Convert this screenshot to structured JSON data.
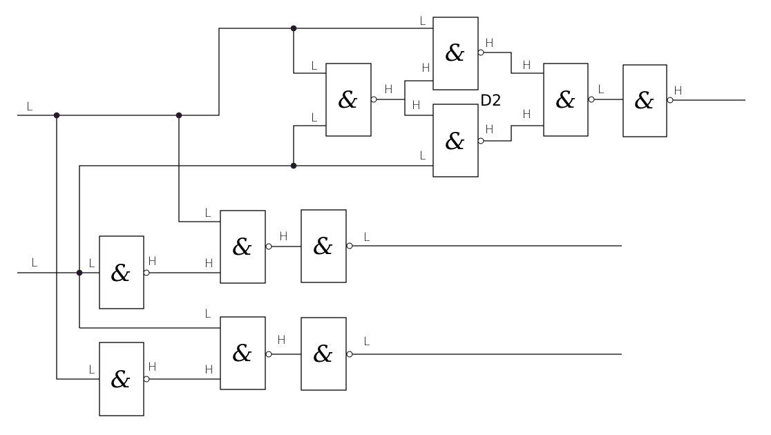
{
  "diagram": {
    "type": "logic-circuit",
    "gate_symbol": "&",
    "gate_type": "NAND",
    "device_label": "D2",
    "gates": [
      {
        "id": "G1",
        "symbol": "&",
        "inputs": [
          "L",
          "L"
        ],
        "output": "H"
      },
      {
        "id": "G2",
        "symbol": "&",
        "inputs": [
          "L",
          "H"
        ],
        "output": "H"
      },
      {
        "id": "G3",
        "symbol": "&",
        "inputs": [
          "H",
          "L"
        ],
        "output": "H"
      },
      {
        "id": "G4",
        "symbol": "&",
        "inputs": [
          "H",
          "H"
        ],
        "output": "L"
      },
      {
        "id": "G5",
        "symbol": "&",
        "inputs": [],
        "output": "H"
      },
      {
        "id": "G6",
        "symbol": "&",
        "inputs": [
          "L"
        ],
        "output": "H"
      },
      {
        "id": "G7",
        "symbol": "&",
        "inputs": [
          "L",
          "H"
        ],
        "output": "H"
      },
      {
        "id": "G8",
        "symbol": "&",
        "inputs": [],
        "output": "L"
      },
      {
        "id": "G9",
        "symbol": "&",
        "inputs": [
          "L"
        ],
        "output": "H"
      },
      {
        "id": "G10",
        "symbol": "&",
        "inputs": [
          "L",
          "H"
        ],
        "output": "H"
      },
      {
        "id": "G11",
        "symbol": "&",
        "inputs": [],
        "output": "L"
      }
    ],
    "input_labels": {
      "input_a": "L",
      "input_b": "L"
    },
    "labels": {
      "g1_in_top": "L",
      "g1_in_bottom": "L",
      "g1_out": "H",
      "g2_in_top": "L",
      "g2_in_bottom": "H",
      "g2_out": "H",
      "g3_in_top": "H",
      "g3_in_bottom": "L",
      "g3_out": "H",
      "g4_in_top": "H",
      "g4_in_bottom": "H",
      "g4_out": "L",
      "g5_out": "H",
      "g6_in": "L",
      "g6_out": "H",
      "g7_in_top": "L",
      "g7_in_bottom": "H",
      "g7_out": "H",
      "g8_out": "L",
      "g9_in": "L",
      "g9_out": "H",
      "g10_in_top": "L",
      "g10_in_bottom": "H",
      "g10_out": "H",
      "g11_out": "L"
    }
  }
}
